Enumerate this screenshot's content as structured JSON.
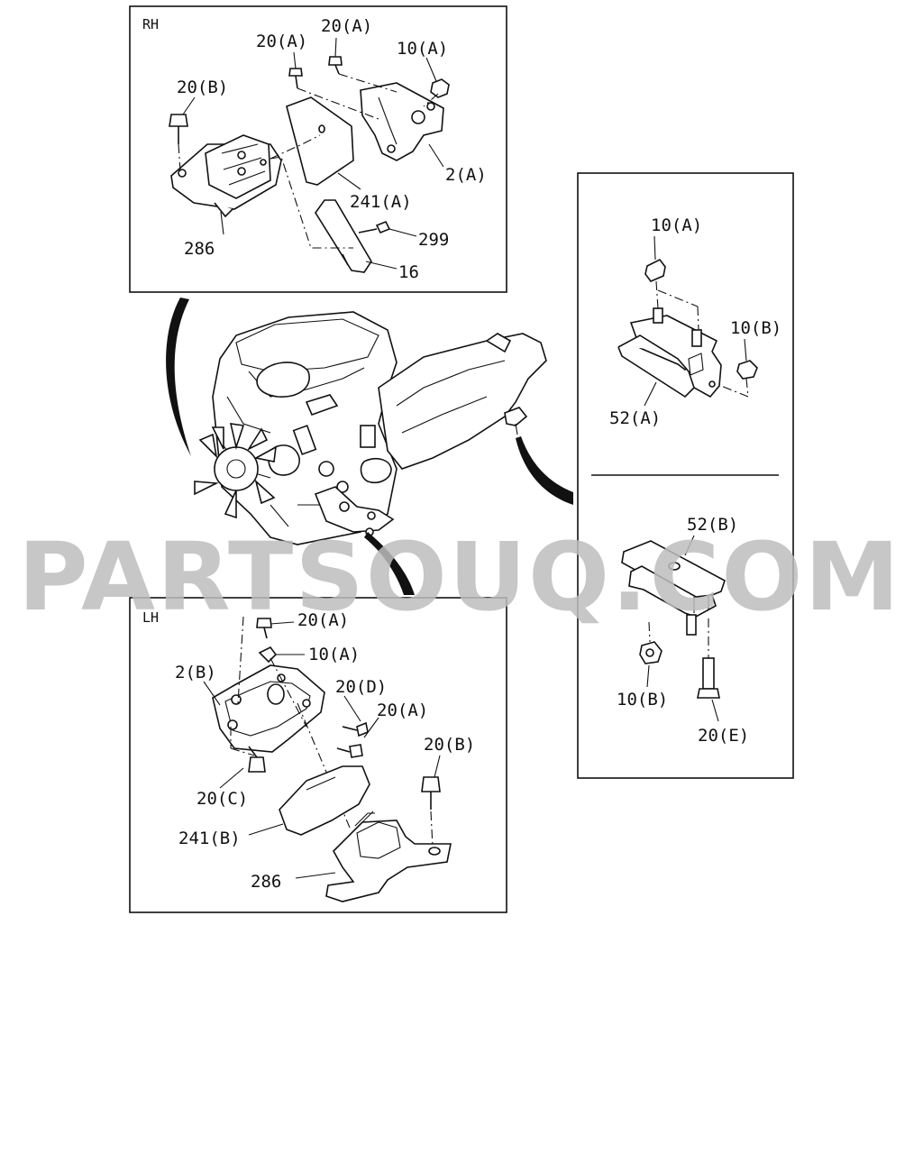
{
  "watermark": "PARTSOUQ.COM",
  "panels": {
    "rh": {
      "header": "RH",
      "callouts": {
        "c20a_1": "20(A)",
        "c20a_2": "20(A)",
        "c10a": "10(A)",
        "c20b": "20(B)",
        "c2a": "2(A)",
        "c241a": "241(A)",
        "c286": "286",
        "c299": "299",
        "c16": "16"
      }
    },
    "right": {
      "callouts": {
        "c10a": "10(A)",
        "c10b_1": "10(B)",
        "c52a": "52(A)",
        "c52b": "52(B)",
        "c10b_2": "10(B)",
        "c20e": "20(E)"
      }
    },
    "lh": {
      "header": "LH",
      "callouts": {
        "c20a_1": "20(A)",
        "c10a": "10(A)",
        "c2b": "2(B)",
        "c20d": "20(D)",
        "c20a_2": "20(A)",
        "c20b": "20(B)",
        "c20c": "20(C)",
        "c241b": "241(B)",
        "c286": "286"
      }
    }
  }
}
